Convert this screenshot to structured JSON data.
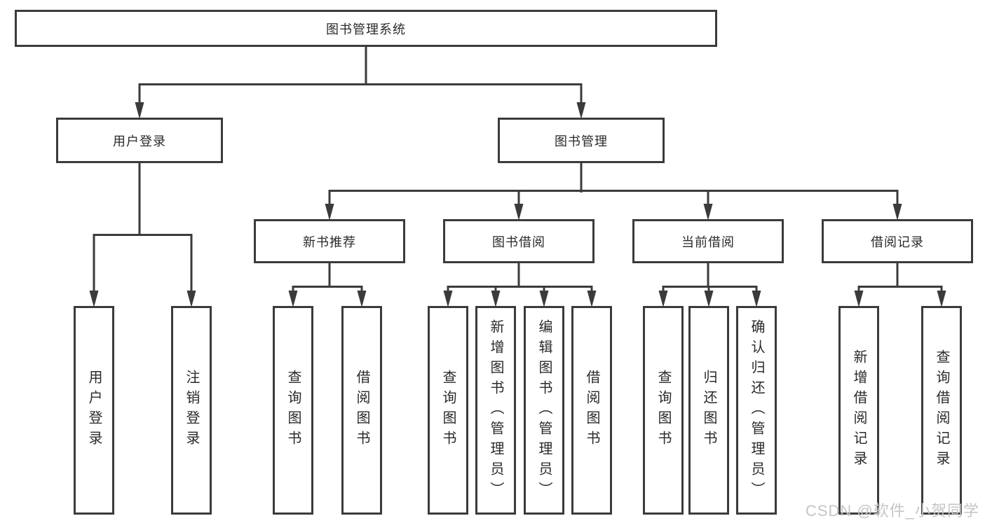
{
  "diagram": {
    "root": {
      "label": "图书管理系统",
      "children": [
        {
          "label": "用户登录",
          "children": [
            {
              "label": "用户登录"
            },
            {
              "label": "注销登录"
            }
          ]
        },
        {
          "label": "图书管理",
          "children": [
            {
              "label": "新书推荐",
              "children": [
                {
                  "label": "查询图书"
                },
                {
                  "label": "借阅图书"
                }
              ]
            },
            {
              "label": "图书借阅",
              "children": [
                {
                  "label": "查询图书"
                },
                {
                  "label": "新增图书（管理员）"
                },
                {
                  "label": "编辑图书（管理员）"
                },
                {
                  "label": "借阅图书"
                }
              ]
            },
            {
              "label": "当前借阅",
              "children": [
                {
                  "label": "查询图书"
                },
                {
                  "label": "归还图书"
                },
                {
                  "label": "确认归还（管理员）"
                }
              ]
            },
            {
              "label": "借阅记录",
              "children": [
                {
                  "label": "新增借阅记录"
                },
                {
                  "label": "查询借阅记录"
                }
              ]
            }
          ]
        }
      ]
    }
  },
  "watermark": {
    "text": "CSDN @软件_小贺同学"
  },
  "colors": {
    "line": "#3b3b3b",
    "text": "#2a2a2a",
    "watermark": "#c2c6c9",
    "background": "#ffffff"
  }
}
